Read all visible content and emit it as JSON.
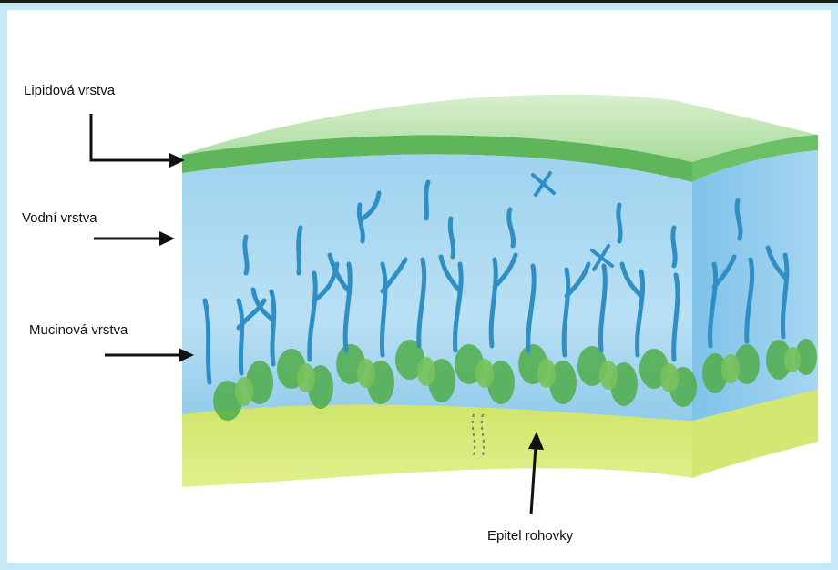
{
  "labels": {
    "lipid": "Lipidová vrstva",
    "aqueous": "Vodní vrstva",
    "mucin": "Mucinová vrstva",
    "epithelium": "Epitel rohovky"
  },
  "colors": {
    "frame_border": "#c6e9f6",
    "lipid_layer": "#8fcf86",
    "aqueous_layer": "#a9d8f0",
    "mucin_fibers": "#2f8fc4",
    "epithelium_cells": "#4fae4a",
    "epithelium_base": "#d7e96b",
    "arrows": "#111111"
  }
}
